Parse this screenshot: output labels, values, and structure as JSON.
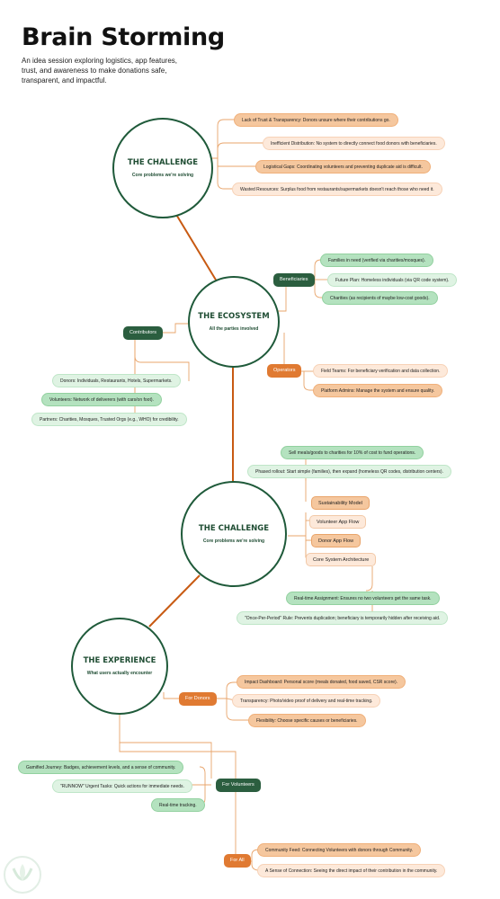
{
  "header": {
    "title": "Brain Storming",
    "description": "An idea session exploring logistics, app features, trust, and awareness to make donations safe, transparent, and impactful."
  },
  "colors": {
    "dark_green": "#1f5a3a",
    "orange": "#e07a32",
    "light_orange": "#fde9da",
    "green": "#b4e2bf"
  },
  "sections": {
    "challenge1": {
      "title": "THE CHALLENGE",
      "subtitle": "Core problems we're solving",
      "items": [
        "Lack of Trust & Transparency: Donors unsure where their contributions go.",
        "Inefficient Distribution: No system to directly connect food donors with beneficiaries.",
        "Logistical Gaps: Coordinating volunteers and preventing duplicate aid is difficult.",
        "Wasted Resources: Surplus food from restaurants/supermarkets doesn't reach those who need it."
      ]
    },
    "ecosystem": {
      "title": "THE ECOSYSTEM",
      "subtitle": "All the parties  involved",
      "beneficiaries": {
        "label": "Beneficiaries",
        "items": [
          "Families in need (verified via charities/mosques).",
          "Future Plan: Homeless individuals (via QR code system).",
          "Charities (as recipients of maybe low-cost goods)."
        ]
      },
      "contributors": {
        "label": "Contributors",
        "items": [
          "Donors: Individuals, Restaurants, Hotels, Supermarkets.",
          "Volunteers: Network of deliverers (with cars/on foot).",
          "Partners: Charities, Mosques, Trusted Orgs (e.g., WHO) for credibility."
        ]
      },
      "operators": {
        "label": "Operators",
        "items": [
          "Field Teams: For beneficiary verification and data collection.",
          "Platform Admins: Manage the system and ensure quality."
        ]
      }
    },
    "challenge2": {
      "title": "THE CHALLENGE",
      "subtitle": "Core problems we're solving",
      "top_items": [
        "Sell meals/goods to charities for 10% of cost to fund operations.",
        "Phased rollout: Start simple (families), then expand (homeless QR codes, distribution centers)."
      ],
      "hubs": [
        "Sustainability Model",
        "Volunteer App Flow",
        "Donor App Flow",
        "Core System Architecture"
      ],
      "bottom_items": [
        "Real-time Assignment: Ensures no two volunteers get the same task.",
        "\"Once-Per-Period\" Rule: Prevents duplication; beneficiary is temporarily hidden after receiving aid."
      ]
    },
    "experience": {
      "title": "THE EXPERIENCE",
      "subtitle": "What users actually encounter",
      "donors": {
        "label": "For Donors",
        "items": [
          "Impact Dashboard: Personal score (meals donated, food saved, CSR score).",
          "Transparency: Photo/video proof of delivery and real-time tracking.",
          "Flexibility: Choose specific causes or beneficiaries."
        ]
      },
      "volunteers": {
        "label": "For Volunteers",
        "items": [
          "Gamified Journey: Badges, achievement levels, and a sense of community.",
          "\"RUNNOW\" Urgent Tasks: Quick actions for immediate needs.",
          "Real-time tracking."
        ]
      },
      "all": {
        "label": "For All",
        "items": [
          "Community Feed: Connecting Volunteers with donors through Community.",
          "A Sense of Connection: Seeing the direct impact of their contribution in the community."
        ]
      }
    }
  }
}
